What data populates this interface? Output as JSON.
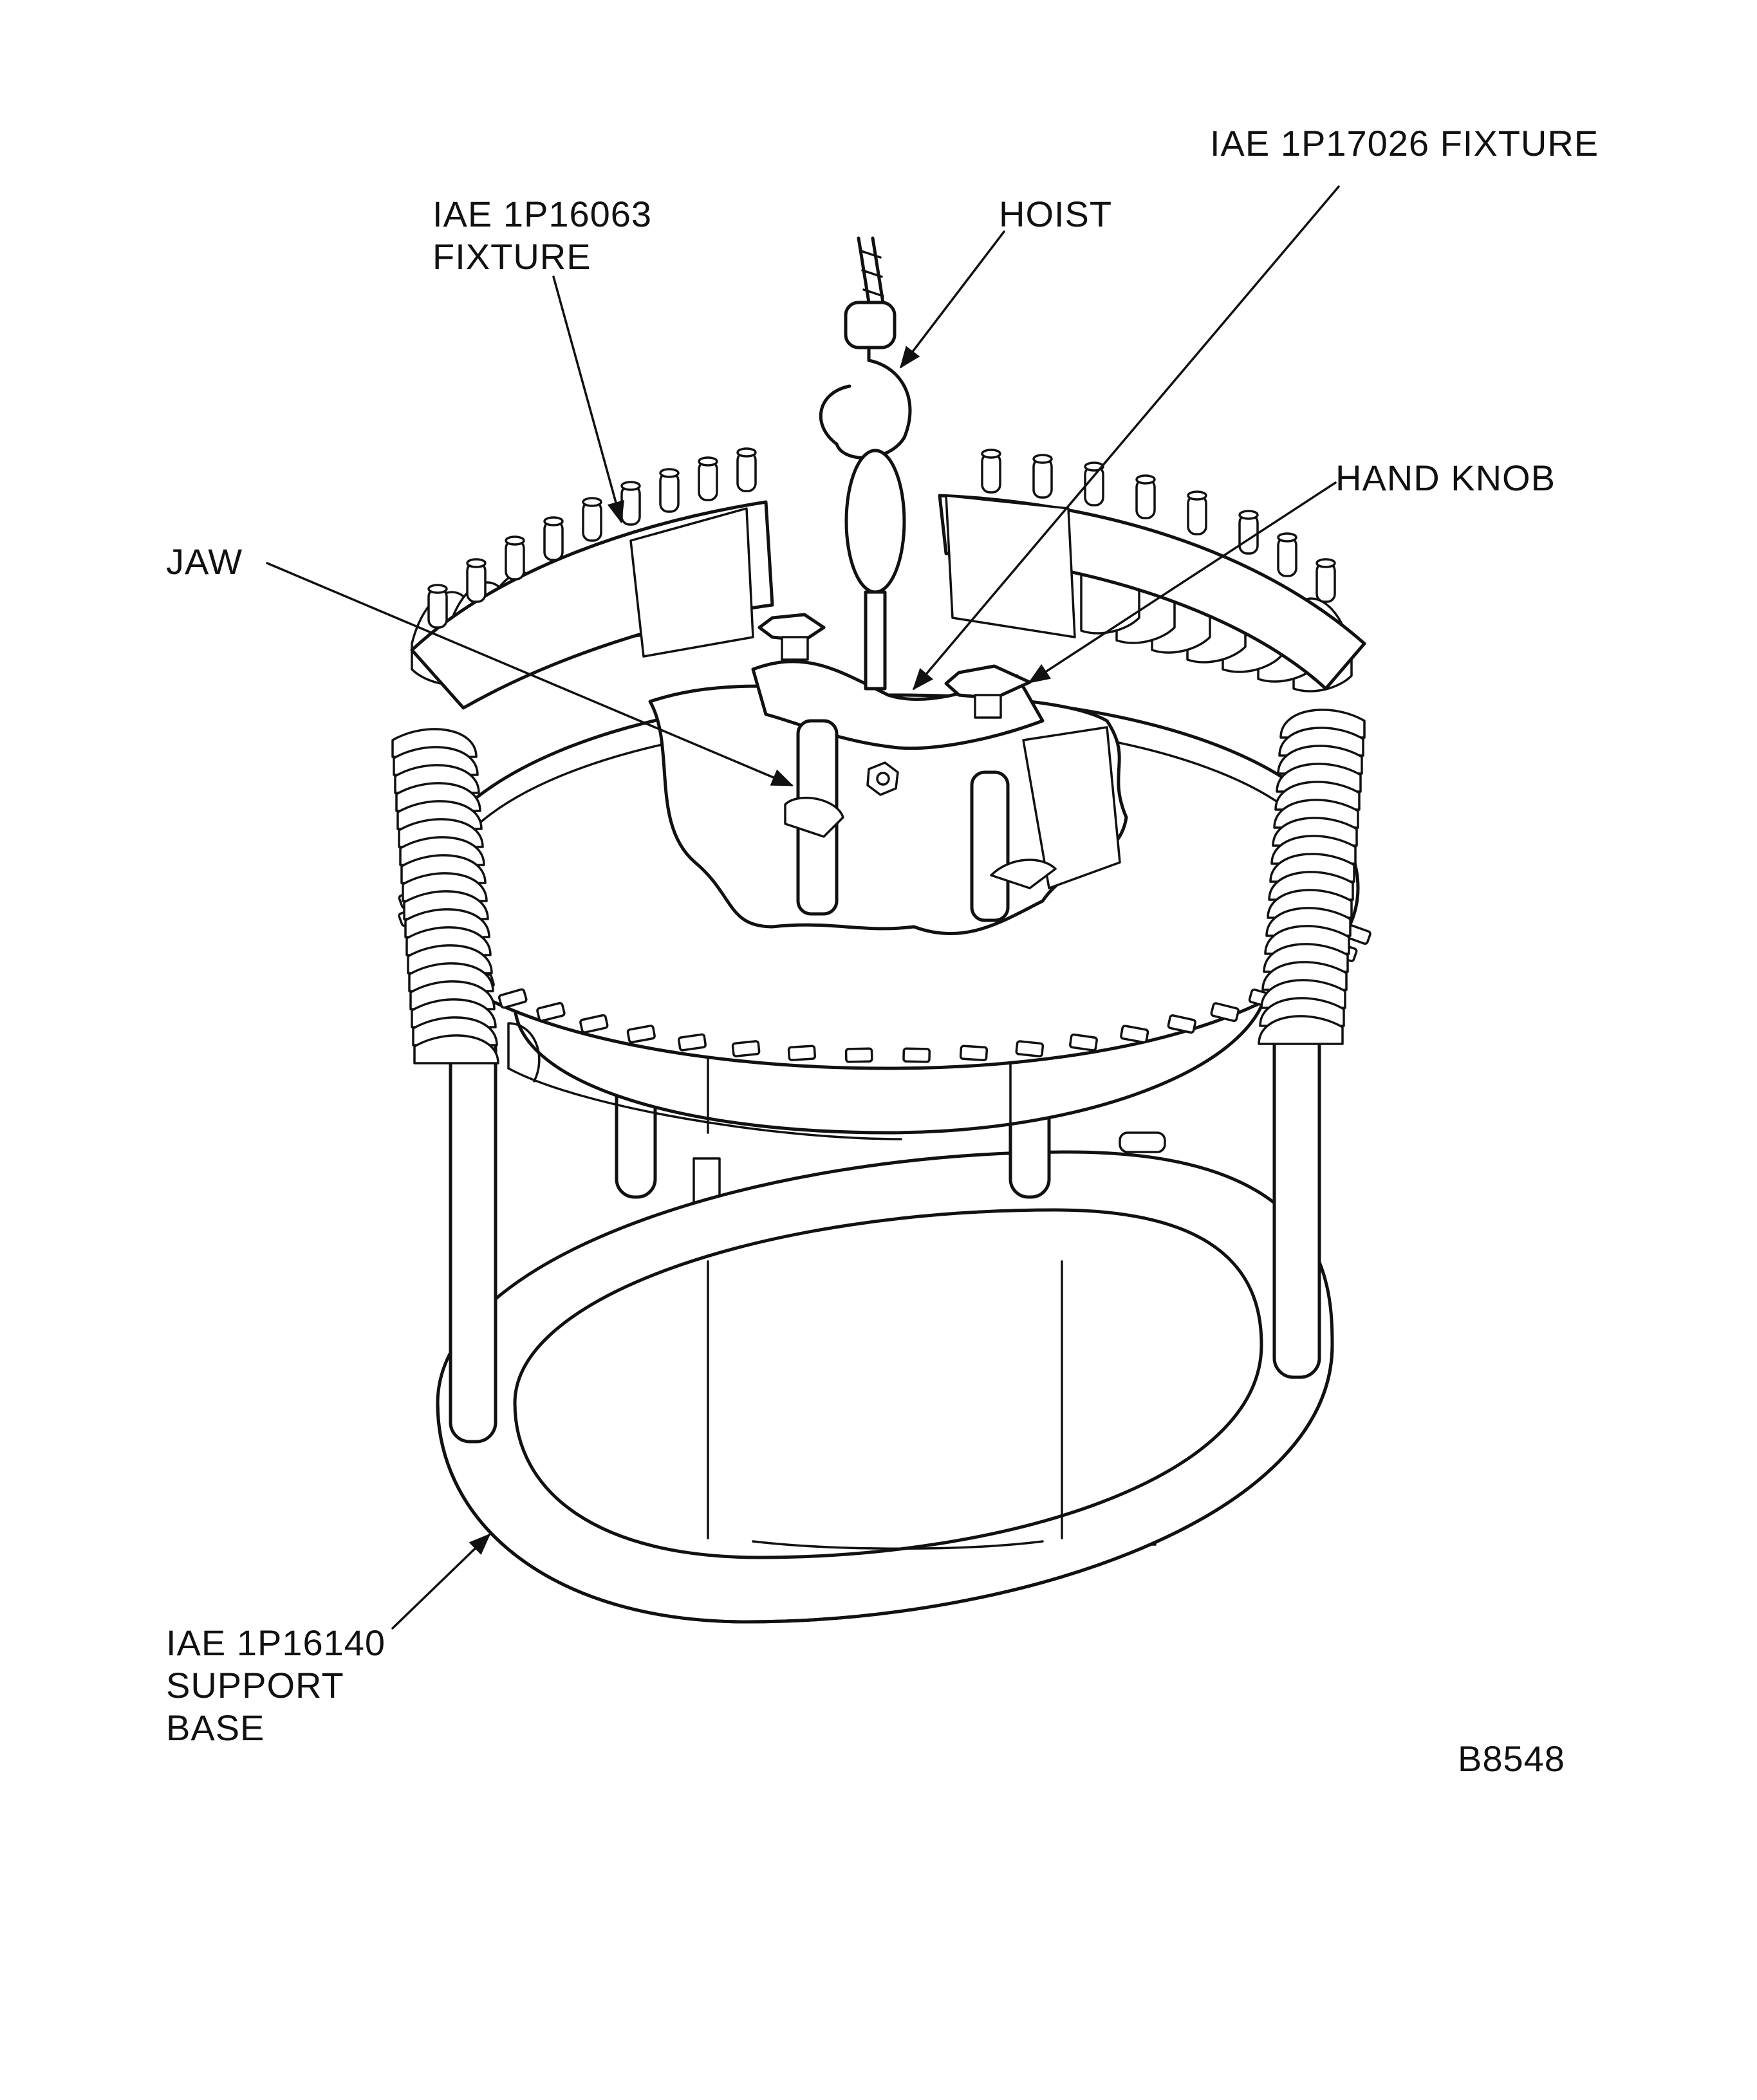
{
  "labels": {
    "fixture_1p17026": "IAE 1P17026 FIXTURE",
    "hoist": "HOIST",
    "fixture_1p16063": "IAE 1P16063\nFIXTURE",
    "hand_knob": "HAND KNOB",
    "jaw": "JAW",
    "support_base": "IAE 1P16140\nSUPPORT\nBASE",
    "figure_number": "B8548"
  }
}
